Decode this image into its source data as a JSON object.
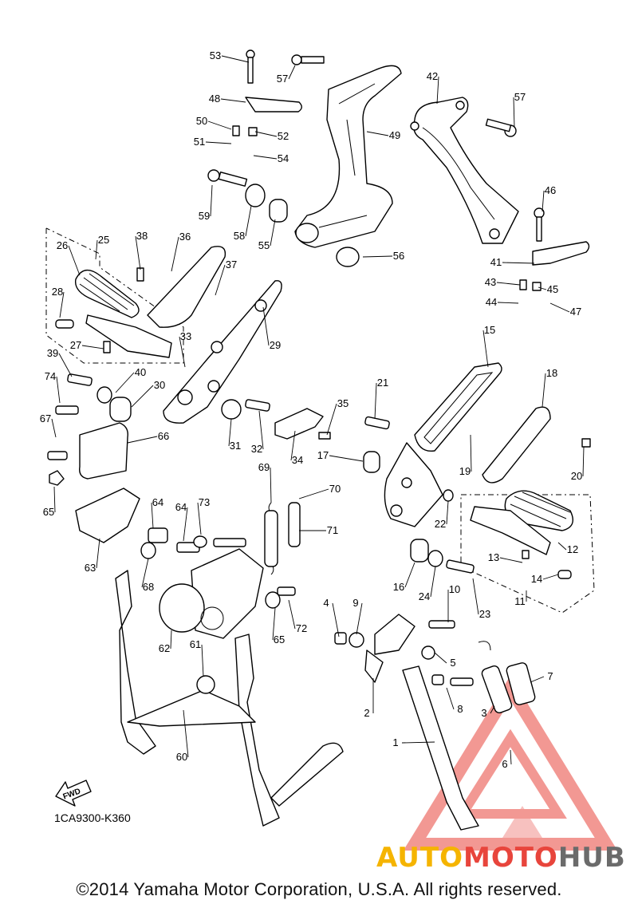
{
  "diagram": {
    "callouts": [
      "1",
      "2",
      "3",
      "4",
      "5",
      "6",
      "7",
      "8",
      "9",
      "10",
      "11",
      "12",
      "13",
      "14",
      "15",
      "16",
      "17",
      "18",
      "19",
      "20",
      "21",
      "22",
      "23",
      "24",
      "25",
      "26",
      "27",
      "28",
      "29",
      "30",
      "31",
      "32",
      "33",
      "34",
      "35",
      "36",
      "37",
      "38",
      "39",
      "40",
      "41",
      "42",
      "43",
      "44",
      "45",
      "46",
      "47",
      "48",
      "49",
      "50",
      "51",
      "52",
      "53",
      "54",
      "55",
      "56",
      "57",
      "57",
      "58",
      "59",
      "60",
      "61",
      "62",
      "63",
      "64",
      "64",
      "65",
      "65",
      "66",
      "67",
      "68",
      "69",
      "70",
      "71",
      "72",
      "73",
      "74"
    ],
    "diagram_code": "1CA9300-K360",
    "fwd_label": "FWD"
  },
  "watermark": {
    "part1": "AUTO",
    "part2": "MOTO",
    "part3": "HUB",
    "colors": {
      "auto": "#f5b400",
      "moto": "#e8453c",
      "hub": "#6b6b6b",
      "triangle": "#e8453c"
    }
  },
  "footer": {
    "copyright": "©2014 Yamaha Motor Corporation, U.S.A. All rights reserved."
  }
}
